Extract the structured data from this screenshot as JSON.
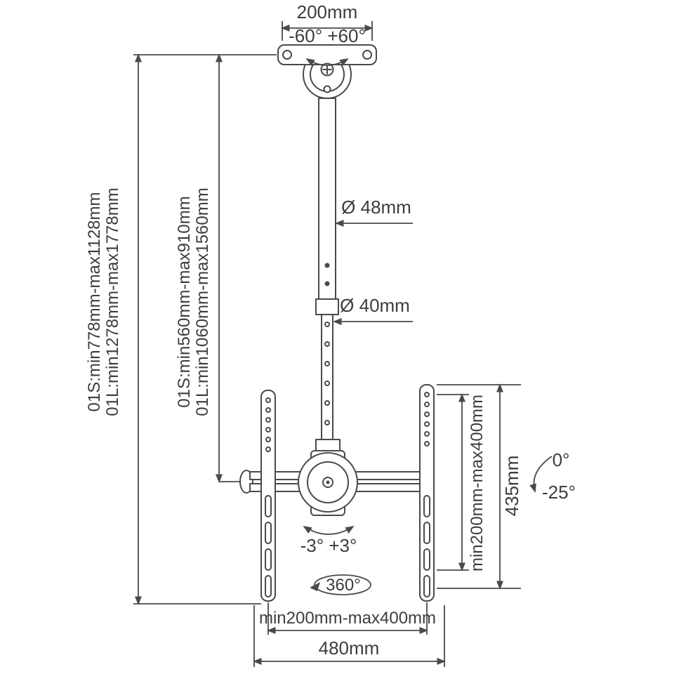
{
  "diagram": {
    "title": "Ceiling TV mount dimensional drawing",
    "colors": {
      "line": "#4a4a4a",
      "text": "#3d3d3d",
      "background": "#ffffff"
    },
    "labels": {
      "top_width": "200mm",
      "top_swivel_range": "-60° +60°",
      "upper_pole_diameter": "Ø 48mm",
      "lower_pole_diameter": "Ø 40mm",
      "height_outer_s": "01S:min778mm-max1128mm",
      "height_outer_l": "01L:min1278mm-max1778mm",
      "height_inner_s": "01S:min560mm-max910mm",
      "height_inner_l": "01L:min1060mm-max1560mm",
      "vesa_vertical_range": "min200mm-max400mm",
      "bracket_height": "435mm",
      "tilt_max": "0°",
      "tilt_min": "-25°",
      "bottom_swivel_range": "-3° +3°",
      "rotation_range": "360°",
      "vesa_horizontal_range": "min200mm-max400mm",
      "overall_width": "480mm"
    }
  }
}
